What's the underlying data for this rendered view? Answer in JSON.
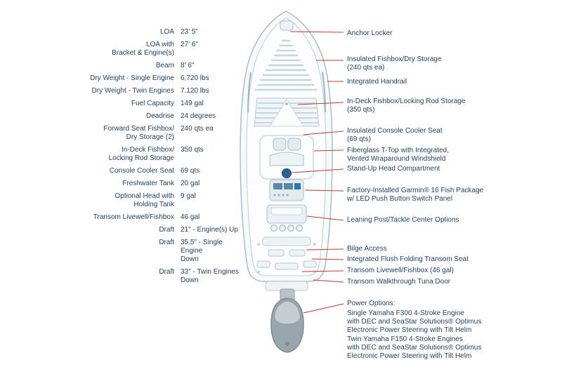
{
  "colors": {
    "text_navy": "#1e3e5f",
    "leader_red": "#c0392b",
    "hull_stroke": "#a8bdc9",
    "hull_fill": "#f7fafb",
    "accent_blue": "#2e6090"
  },
  "specs": [
    {
      "label": "LOA",
      "value": "23' 5\""
    },
    {
      "label": "LOA with\nBracket & Engine(s)",
      "value": "27' 6\""
    },
    {
      "label": "Beam",
      "value": "8' 6\""
    },
    {
      "label": "Dry Weight - Single Engine",
      "value": "6,720 lbs"
    },
    {
      "label": "Dry Weight - Twin Engines",
      "value": "7,120 lbs"
    },
    {
      "label": "Fuel Capacity",
      "value": "149 gal"
    },
    {
      "label": "Deadrise",
      "value": "24 degrees"
    },
    {
      "label": "Forward Seat Fishbox/\nDry Storage (2)",
      "value": "240 qts ea"
    },
    {
      "label": "In-Deck Fishbox/\nLocking Rod Storage",
      "value": "350 qts"
    },
    {
      "label": "Console Cooler Seat",
      "value": "69 qts"
    },
    {
      "label": "Freshwater Tank",
      "value": "20 gal"
    },
    {
      "label": "Optional Head with\nHolding Tank",
      "value": "9 gal"
    },
    {
      "label": "Transom Livewell/Fishbox",
      "value": "46 gal"
    },
    {
      "label": "Draft",
      "value": "21\" - Engine(s) Up"
    },
    {
      "label": "Draft",
      "value": "35.5\" - Single Engine\nDown"
    },
    {
      "label": "Draft",
      "value": "33\" - Twin Engines\nDown"
    }
  ],
  "callouts": [
    {
      "label": "Anchor Locker"
    },
    {
      "label": "Insulated Fishbox/Dry Storage\n(240 qts ea)"
    },
    {
      "label": "Integrated Handrail"
    },
    {
      "label": "In-Deck Fishbox/Locking Rod Storage\n(350 qts)"
    },
    {
      "label": "Insulated Console Cooler Seat\n(69 qts)"
    },
    {
      "label": "Fiberglass T-Top with Integrated,\nVented Wraparound Windshield"
    },
    {
      "label": "Stand-Up Head Compartment"
    },
    {
      "label": "Factory-Installed Garmin® 16 Fish Package\nw/ LED Push Button Switch Panel"
    },
    {
      "label": "Leaning Post/Tackle Center Options"
    },
    {
      "label": "Bilge Access"
    },
    {
      "label": "Integrated Flush Folding Transom Seat"
    },
    {
      "label": "Transom Livewell/Fishbox (46 gal)"
    },
    {
      "label": "Transom Walkthrough Tuna Door"
    }
  ],
  "power": {
    "heading": "Power Options:",
    "options": [
      "Single Yamaha F300 4-Stroke Engine\nwith DEC and SeaStar Solutions® Optimus\nElectronic Power Steering with Tilt Helm",
      "Twin Yamaha F150 4-Stroke Engines\nwith DEC and SeaStar Solutions® Optimus\nElectronic Power Steering with Tilt Helm"
    ]
  }
}
